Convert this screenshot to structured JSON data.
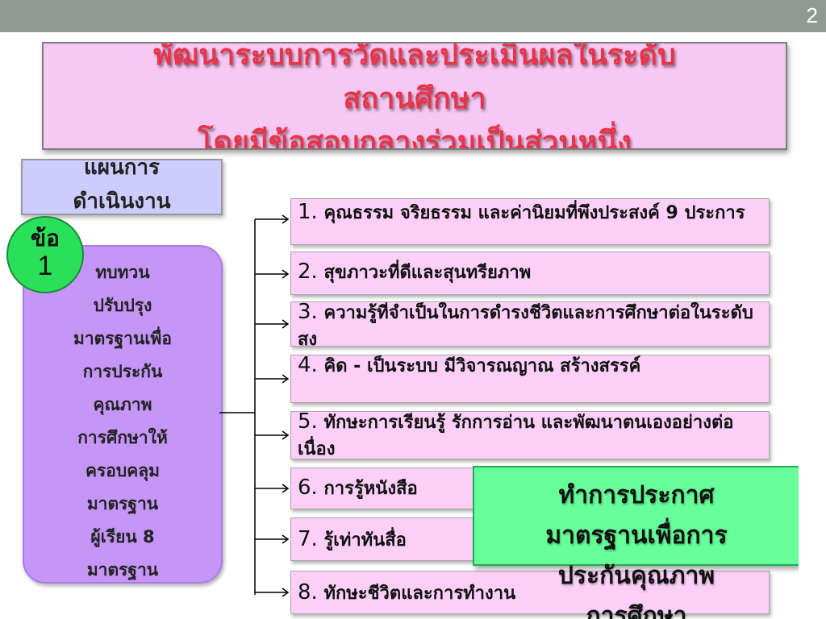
{
  "slide_number": "2",
  "title": "พัฒนาระบบการวัดและประเมินผลในระดับ\nสถานศึกษา\nโดยมีข้อสอบกลางร่วมเป็นส่วนหนึ่ง",
  "plan_label": "แผนการ\nดำเนินงาน",
  "badge": {
    "word": "ข้อ",
    "number": "1"
  },
  "main_text": "ทบทวน\nปรับปรุง\nมาตรฐานเพื่อ\nการประกัน\nคุณภาพ\nการศึกษาให้\nครอบคลุม\nมาตรฐาน\nผู้เรียน 8\nมาตรฐาน",
  "standards": [
    {
      "num": "1.",
      "text": "คุณธรรม จริยธรรม และค่านิยมที่พึงประสงค์ 9 ประการ"
    },
    {
      "num": "2.",
      "text": "สุขภาวะที่ดีและสุนทรียภาพ"
    },
    {
      "num": "3.",
      "text": "ความรู้ที่จำเป็นในการดำรงชีวิตและการศึกษาต่อในระดับสูง"
    },
    {
      "num": "4.",
      "text": "คิด - เป็นระบบ มีวิจารณญาณ สร้างสรรค์"
    },
    {
      "num": "5.",
      "text": "ทักษะการเรียนรู้ รักการอ่าน และพัฒนาตนเองอย่างต่อเนื่อง"
    },
    {
      "num": "6.",
      "text": "การรู้หนังสือ"
    },
    {
      "num": "7.",
      "text": "รู้เท่าทันสื่อ"
    },
    {
      "num": "8.",
      "text": "ทักษะชีวิตและการทำงาน"
    }
  ],
  "announce_text": "ทำการประกาศ\nมาตรฐานเพื่อการ\nประกันคุณภาพ\nการศึกษา"
}
